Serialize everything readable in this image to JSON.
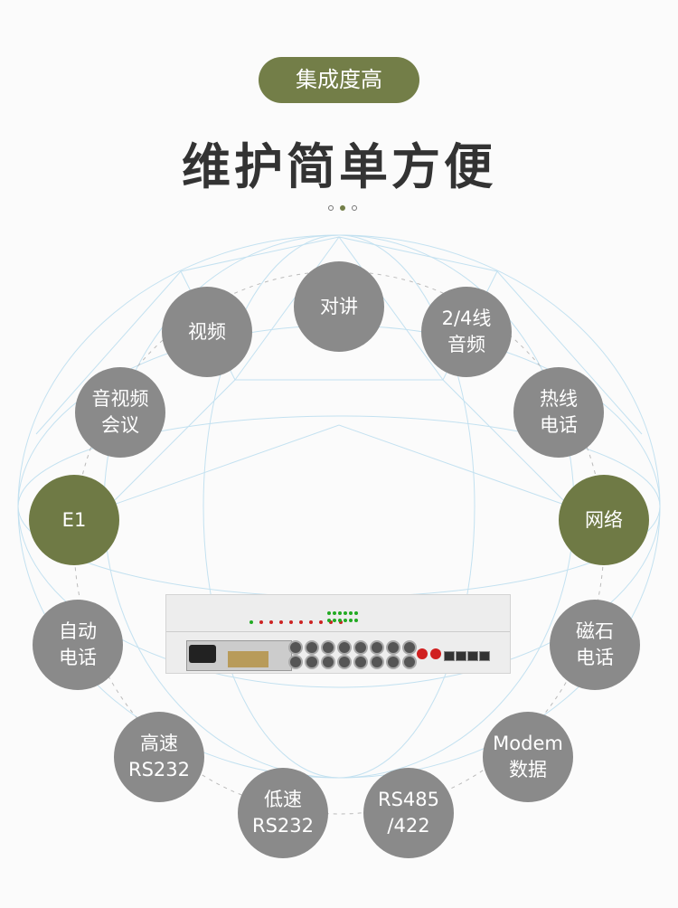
{
  "badge": "集成度高",
  "title": "维护简单方便",
  "pager": {
    "count": 3,
    "active": 1
  },
  "colors": {
    "accent": "#737e48",
    "node_grey": "#8a8a8a",
    "node_green": "#6f7a45",
    "mesh": "#a8d8ea"
  },
  "nodes": [
    {
      "label": "视频",
      "highlight": false
    },
    {
      "label": "对讲",
      "highlight": false
    },
    {
      "label": "2/4线\n音频",
      "highlight": false
    },
    {
      "label": "音视频\n会议",
      "highlight": false
    },
    {
      "label": "热线\n电话",
      "highlight": false
    },
    {
      "label": "E1",
      "highlight": true
    },
    {
      "label": "网络",
      "highlight": true
    },
    {
      "label": "自动\n电话",
      "highlight": false
    },
    {
      "label": "磁石\n电话",
      "highlight": false
    },
    {
      "label": "高速\nRS232",
      "highlight": false
    },
    {
      "label": "Modem\n数据",
      "highlight": false
    },
    {
      "label": "低速\nRS232",
      "highlight": false
    },
    {
      "label": "RS485\n/422",
      "highlight": false
    }
  ]
}
